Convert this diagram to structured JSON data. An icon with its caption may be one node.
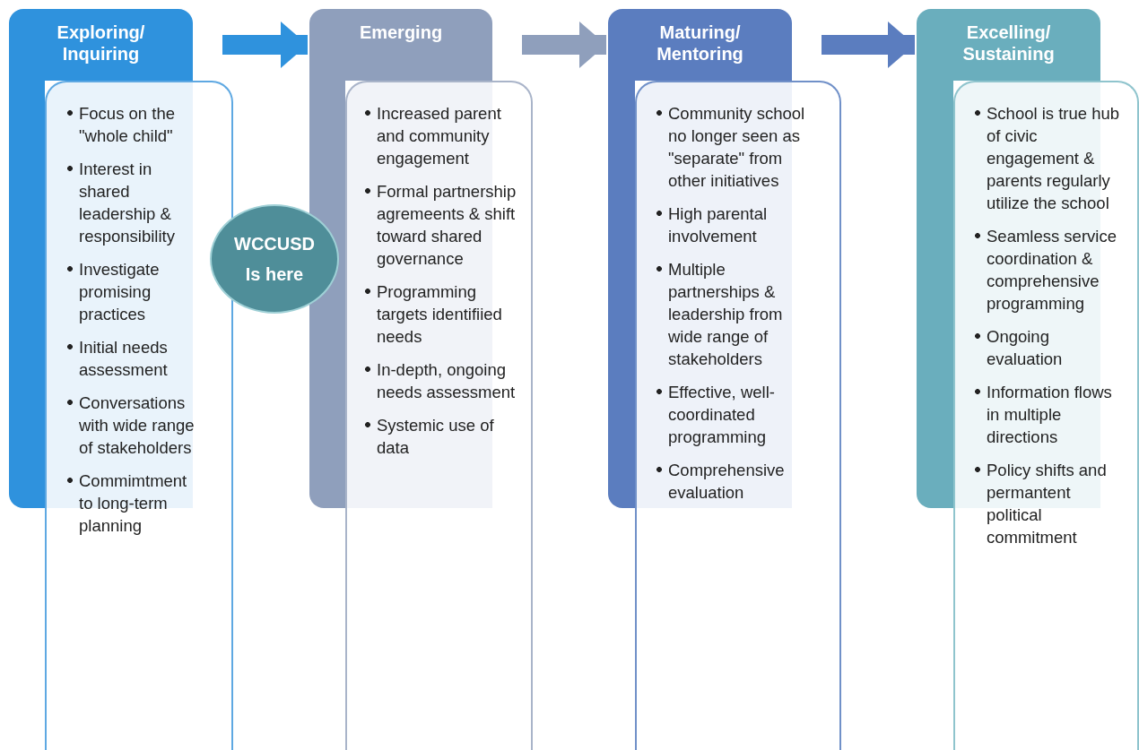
{
  "diagram": {
    "nodes": [
      {
        "text": [
          "Exploring/ Inquiring"
        ]
      },
      {
        "text": [
          "Focus on the \"whole child\"",
          "Interest in shared leadership & responsibility",
          "Investigate promising practices",
          "Initial needs assessment",
          "Conversations with wide range of stakeholders",
          "Commimtment to long-term planning"
        ]
      },
      {
        "text": [
          "WCCUSD Is here"
        ]
      },
      {
        "text": [
          "Emerging"
        ]
      },
      {
        "text": [
          "Increased parent and community engagement",
          "Formal partnership agremeents & shift toward shared governance",
          "Programming targets identifiied needs",
          "In-depth, ongoing needs assessment",
          "Systemic use of data"
        ]
      },
      {
        "text": [
          "Maturing/ Mentoring"
        ]
      },
      {
        "text": [
          "Community school no longer seen as \"separate\" from other initiatives",
          "High parental involvement",
          "Multiple partnerships & leadership from wide range of stakeholders",
          "Effective, well-coordinated programming",
          "Comprehensive evaluation"
        ]
      },
      {
        "text": [
          "Excelling/ Sustaining"
        ]
      },
      {
        "text": [
          "School is true hub of civic engagement & parents regularly utilize the school",
          "Seamless service coordination & comprehensive programming",
          "Ongoing evaluation",
          "Information flows in multiple directions",
          "Policy shifts and permantent political commitment"
        ]
      }
    ],
    "edges": [
      {
        "from": 0,
        "to": 3,
        "arrow": "to",
        "color": "#2f92dd"
      },
      {
        "from": 3,
        "to": 5,
        "arrow": "to",
        "color": "#8f9fbc"
      },
      {
        "from": 5,
        "to": 7,
        "arrow": "to",
        "color": "#5b7dbf"
      }
    ]
  }
}
